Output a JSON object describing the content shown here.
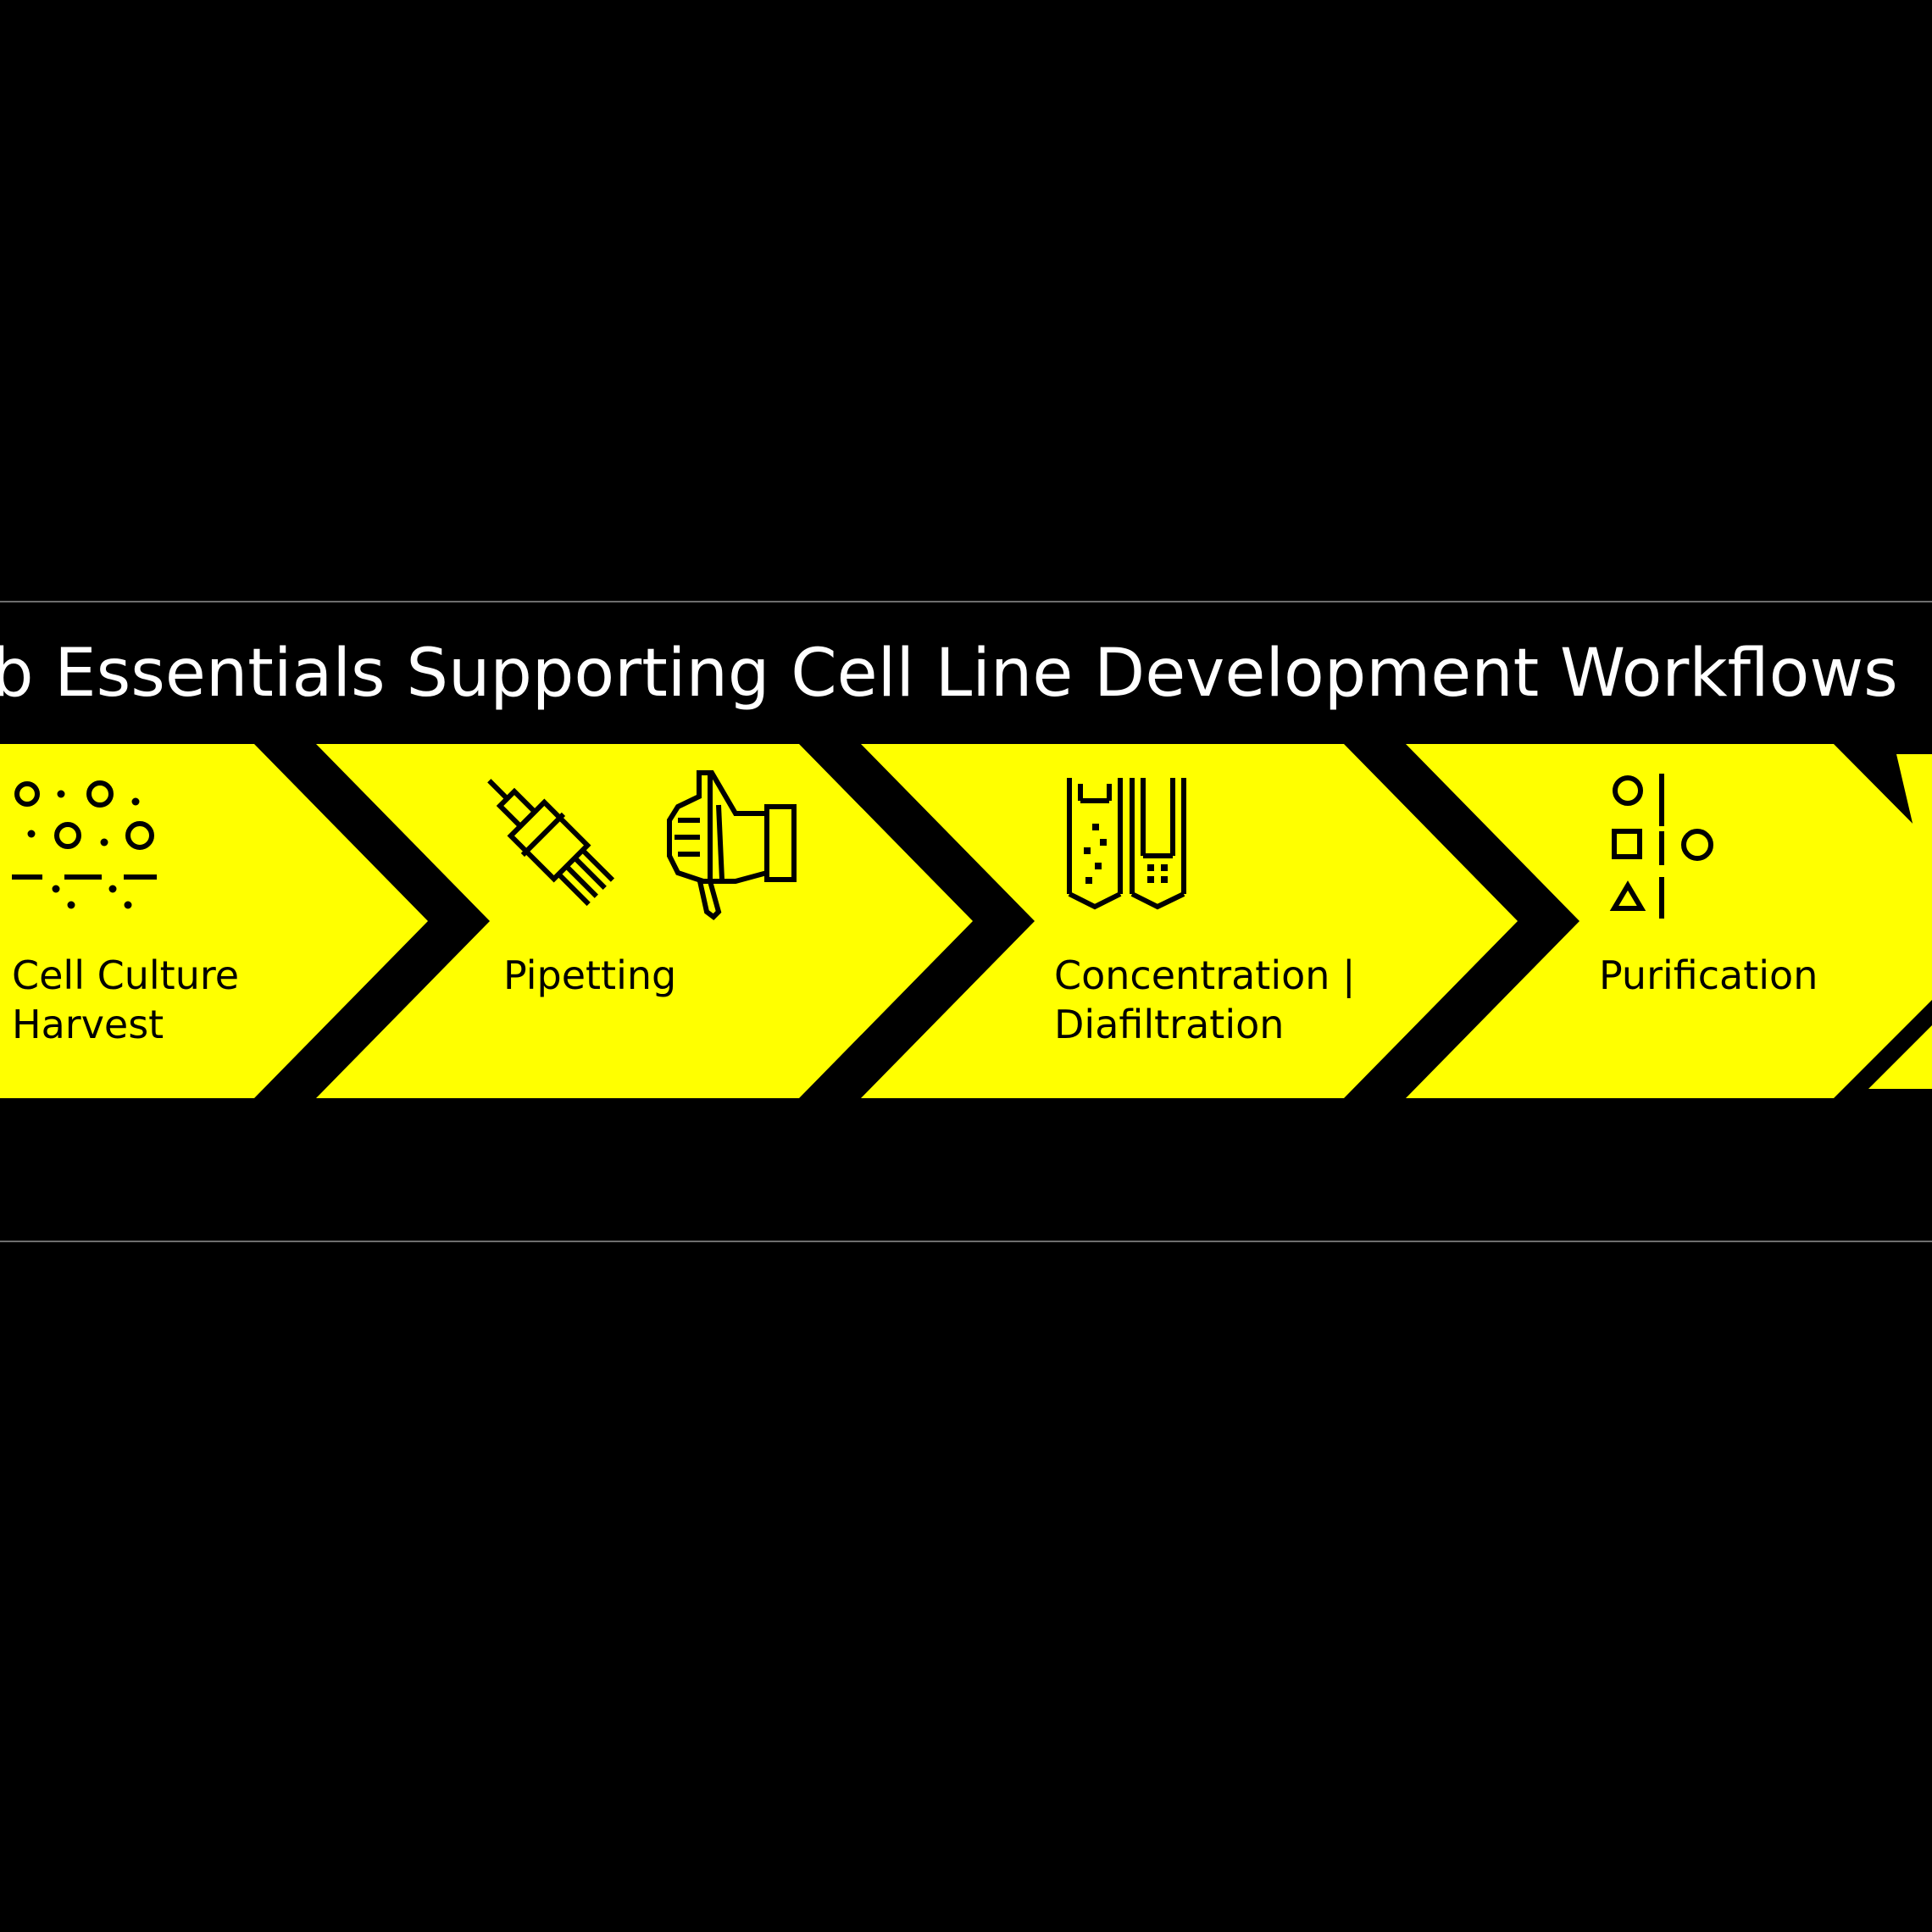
{
  "title": "b Essentials Supporting Cell Line Development Workflows",
  "colors": {
    "background": "#000000",
    "chevron": "#ffff00",
    "text_on_dark": "#ffffff",
    "text_on_chevron": "#000000",
    "rule": "#6e6e6e"
  },
  "steps": [
    {
      "lines": [
        "Cell Culture",
        "Harvest"
      ],
      "icon": "cell-culture-harvest-icon"
    },
    {
      "lines": [
        "Pipetting"
      ],
      "icon": "pipette-icon"
    },
    {
      "lines": [
        "Concentration |",
        "Diafiltration"
      ],
      "icon": "concentration-tubes-icon"
    },
    {
      "lines": [
        "Purification"
      ],
      "icon": "purification-shapes-icon"
    }
  ]
}
